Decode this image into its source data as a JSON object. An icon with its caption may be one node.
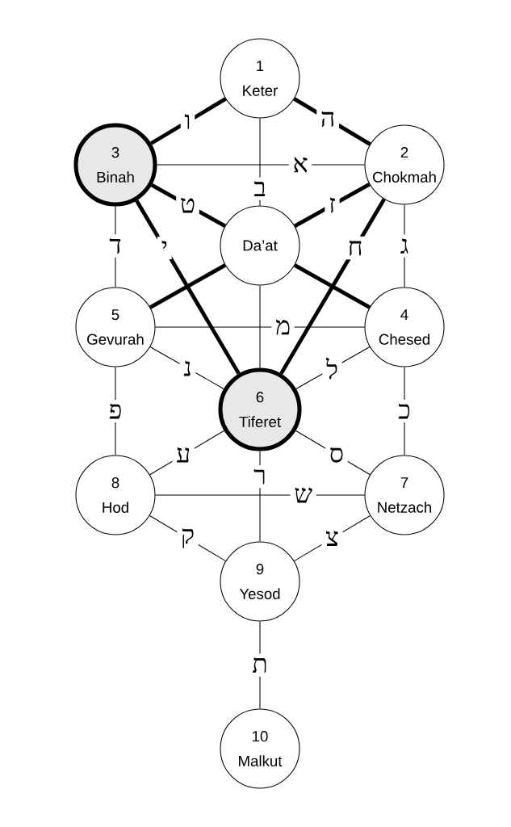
{
  "diagram": {
    "nodes": [
      {
        "text": [
          "1",
          "Keter"
        ]
      },
      {
        "text": [
          "3",
          "Binah"
        ]
      },
      {
        "text": [
          "2",
          "Chokmah"
        ]
      },
      {
        "text": [
          "Da’at"
        ]
      },
      {
        "text": [
          "5",
          "Gevurah"
        ]
      },
      {
        "text": [
          "4",
          "Chesed"
        ]
      },
      {
        "text": [
          "6",
          "Tiferet"
        ]
      },
      {
        "text": [
          "8",
          "Hod"
        ]
      },
      {
        "text": [
          "7",
          "Netzach"
        ]
      },
      {
        "text": [
          "9",
          "Yesod"
        ]
      },
      {
        "text": [
          "10",
          "Malkut"
        ]
      }
    ],
    "edges": [
      {
        "from": 0,
        "to": 1,
        "arrow": "none",
        "label": "ו",
        "style": "thick"
      },
      {
        "from": 0,
        "to": 2,
        "arrow": "none",
        "label": "ה",
        "style": "thick"
      },
      {
        "from": 1,
        "to": 2,
        "arrow": "none",
        "label": "א"
      },
      {
        "from": 0,
        "to": 3,
        "arrow": "none",
        "label": "ב"
      },
      {
        "from": 1,
        "to": 3,
        "arrow": "none",
        "label": "ט",
        "style": "thick"
      },
      {
        "from": 2,
        "to": 3,
        "arrow": "none",
        "label": "ז",
        "style": "thick"
      },
      {
        "from": 1,
        "to": 4,
        "arrow": "none",
        "label": "ד"
      },
      {
        "from": 1,
        "to": 6,
        "arrow": "none",
        "label": "י",
        "style": "thick"
      },
      {
        "from": 2,
        "to": 6,
        "arrow": "none",
        "label": "ח",
        "style": "thick"
      },
      {
        "from": 2,
        "to": 5,
        "arrow": "none",
        "label": "ג"
      },
      {
        "from": 3,
        "to": 4,
        "arrow": "none",
        "style": "thick"
      },
      {
        "from": 3,
        "to": 5,
        "arrow": "none",
        "style": "thick"
      },
      {
        "from": 3,
        "to": 6,
        "arrow": "none"
      },
      {
        "from": 4,
        "to": 5,
        "arrow": "none",
        "label": "מ"
      },
      {
        "from": 4,
        "to": 6,
        "arrow": "none",
        "label": "נ"
      },
      {
        "from": 5,
        "to": 6,
        "arrow": "none",
        "label": "ל"
      },
      {
        "from": 4,
        "to": 7,
        "arrow": "none",
        "label": "פ"
      },
      {
        "from": 5,
        "to": 8,
        "arrow": "none",
        "label": "כ"
      },
      {
        "from": 6,
        "to": 7,
        "arrow": "none",
        "label": "ע"
      },
      {
        "from": 6,
        "to": 8,
        "arrow": "none",
        "label": "ס"
      },
      {
        "from": 6,
        "to": 9,
        "arrow": "none",
        "label": "ר"
      },
      {
        "from": 7,
        "to": 8,
        "arrow": "none",
        "label": "ש"
      },
      {
        "from": 7,
        "to": 9,
        "arrow": "none",
        "label": "ק"
      },
      {
        "from": 8,
        "to": 9,
        "arrow": "none",
        "label": "צ"
      },
      {
        "from": 9,
        "to": 10,
        "arrow": "none",
        "label": "ת"
      }
    ]
  }
}
